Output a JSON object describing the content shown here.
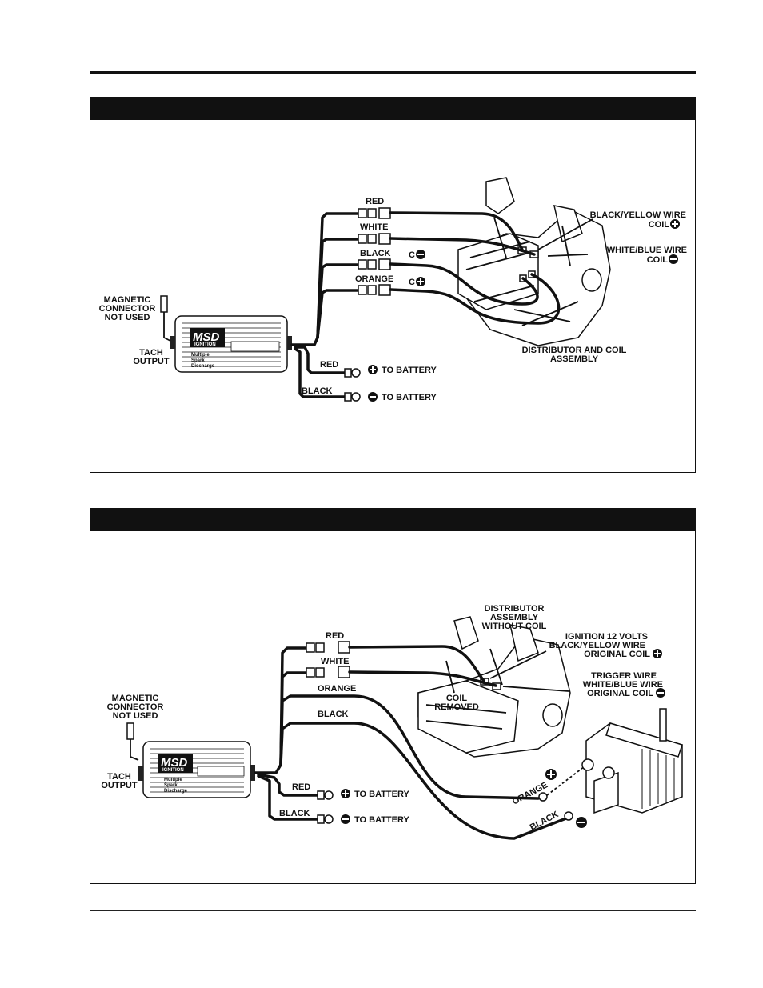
{
  "figure1": {
    "box": {
      "logo": "MSD",
      "logo_sub": "IGNITION",
      "text": [
        "Multiple",
        "Spark",
        "Discharge"
      ]
    },
    "left": {
      "magnetic": [
        "MAGNETIC",
        "CONNECTOR",
        "NOT USED"
      ],
      "tach": [
        "TACH",
        "OUTPUT"
      ]
    },
    "wires": {
      "red": "RED",
      "white": "WHITE",
      "black": "BLACK",
      "orange": "ORANGE",
      "c_minus": "C",
      "c_plus": "C"
    },
    "right": {
      "by_wire": "BLACK/YELLOW WIRE",
      "by_coil": "COIL",
      "wb_wire": "WHITE/BLUE WIRE",
      "wb_coil": "COIL",
      "dist": [
        "DISTRIBUTOR AND COIL",
        "ASSEMBLY"
      ]
    },
    "battery": {
      "red": "RED",
      "black": "BLACK",
      "to_battery": "TO BATTERY"
    }
  },
  "figure2": {
    "box": {
      "logo": "MSD",
      "logo_sub": "IGNITION",
      "text": [
        "Multiple",
        "Spark",
        "Discharge"
      ]
    },
    "left": {
      "magnetic": [
        "MAGNETIC",
        "CONNECTOR",
        "NOT USED"
      ],
      "tach": [
        "TACH",
        "OUTPUT"
      ]
    },
    "wires": {
      "red": "RED",
      "white": "WHITE",
      "orange": "ORANGE",
      "black": "BLACK"
    },
    "right": {
      "dist": [
        "DISTRIBUTOR",
        "ASSEMBLY",
        "WITHOUT COIL"
      ],
      "ign": [
        "IGNITION 12 VOLTS",
        "BLACK/YELLOW WIRE",
        "ORIGINAL COIL"
      ],
      "trig": [
        "TRIGGER WIRE",
        "WHITE/BLUE WIRE",
        "ORIGINAL COIL"
      ],
      "coil_removed": [
        "COIL",
        "REMOVED"
      ],
      "coil_orange": "ORANGE",
      "coil_black": "BLACK"
    },
    "battery": {
      "red": "RED",
      "black": "BLACK",
      "to_battery": "TO BATTERY"
    }
  }
}
